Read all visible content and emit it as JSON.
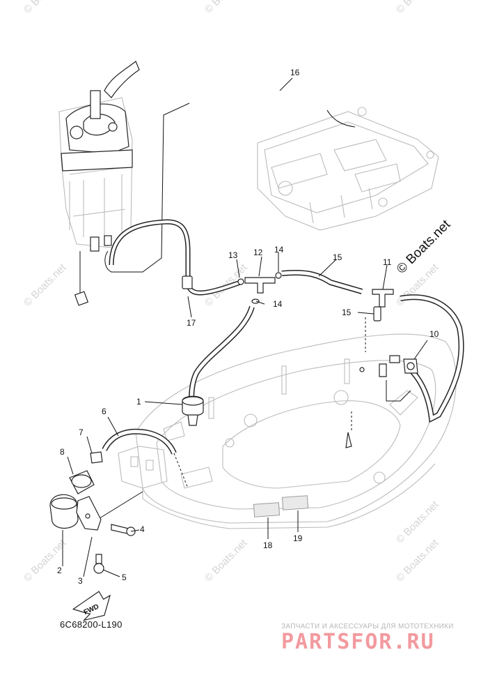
{
  "diagram_code": "6C68200-L190",
  "watermark_text": "© Boats.net",
  "brand_watermark": "© Boats.net",
  "shop_tagline": "ЗАПЧАСТИ И АКСЕССУАРЫ ДЛЯ МОТОТЕХНИКИ",
  "shop_logo": "PARTSFOR.RU",
  "fwd_label": "FWD",
  "callouts": [
    "1",
    "2",
    "3",
    "4",
    "5",
    "6",
    "7",
    "8",
    "10",
    "11",
    "12",
    "13",
    "14",
    "14",
    "15",
    "16",
    "17",
    "18",
    "19"
  ]
}
